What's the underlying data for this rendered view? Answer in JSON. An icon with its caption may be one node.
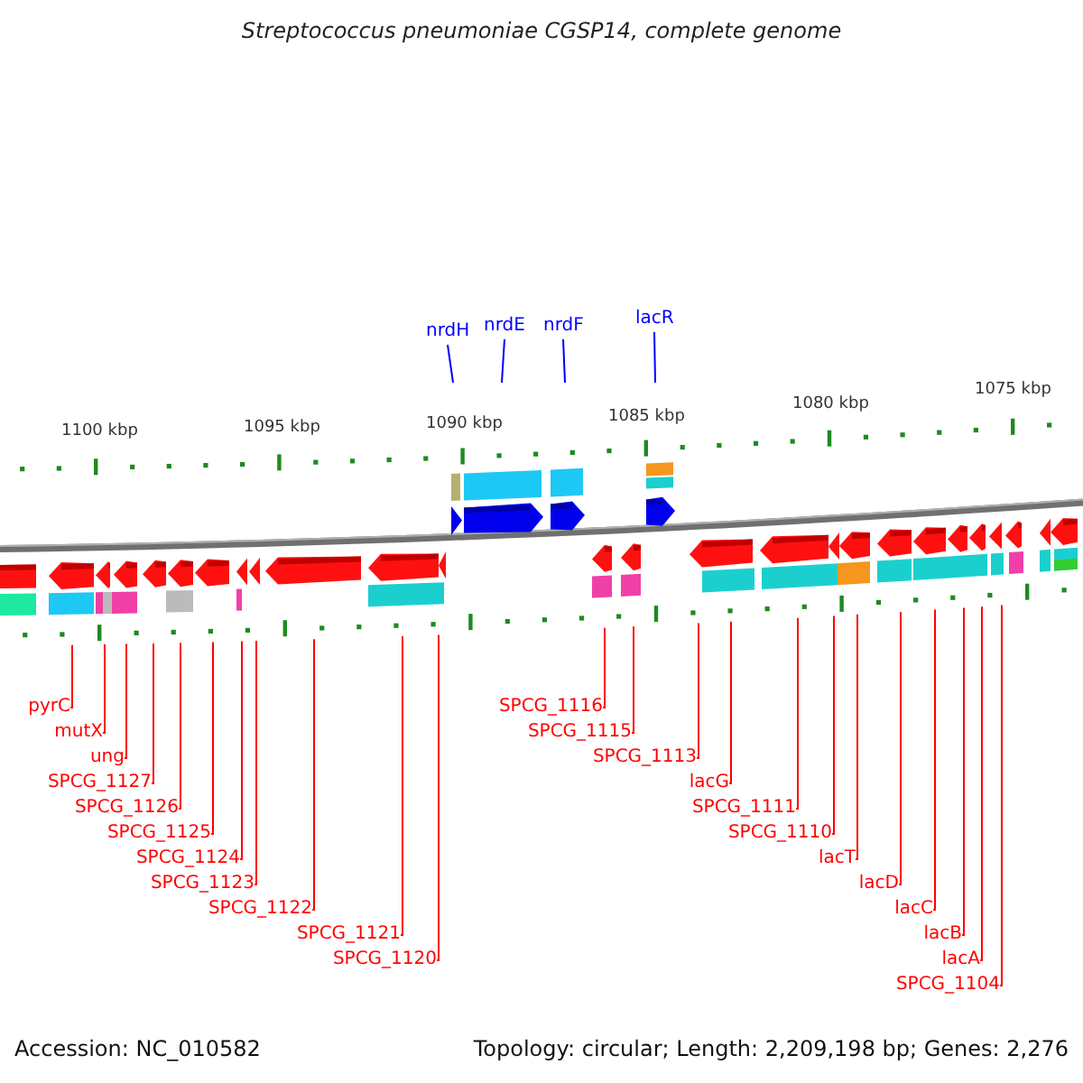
{
  "diagram": {
    "title": "Streptococcus pneumoniae CGSP14, complete genome",
    "nodes": [
      {
        "text": [
          "nrdH"
        ]
      },
      {
        "text": [
          "nrdE"
        ]
      },
      {
        "text": [
          "nrdF"
        ]
      },
      {
        "text": [
          "lacR"
        ]
      },
      {
        "text": [
          "pyrC"
        ]
      },
      {
        "text": [
          "mutX"
        ]
      },
      {
        "text": [
          "ung"
        ]
      },
      {
        "text": [
          "SPCG_1127"
        ]
      },
      {
        "text": [
          "SPCG_1126"
        ]
      },
      {
        "text": [
          "SPCG_1125"
        ]
      },
      {
        "text": [
          "SPCG_1124"
        ]
      },
      {
        "text": [
          "SPCG_1123"
        ]
      },
      {
        "text": [
          "SPCG_1122"
        ]
      },
      {
        "text": [
          "SPCG_1121"
        ]
      },
      {
        "text": [
          "SPCG_1120"
        ]
      },
      {
        "text": [
          "SPCG_1116"
        ]
      },
      {
        "text": [
          "SPCG_1115"
        ]
      },
      {
        "text": [
          "SPCG_1113"
        ]
      },
      {
        "text": [
          "lacG"
        ]
      },
      {
        "text": [
          "SPCG_1111"
        ]
      },
      {
        "text": [
          "SPCG_1110"
        ]
      },
      {
        "text": [
          "lacT"
        ]
      },
      {
        "text": [
          "lacD"
        ]
      },
      {
        "text": [
          "lacC"
        ]
      },
      {
        "text": [
          "lacB"
        ]
      },
      {
        "text": [
          "lacA"
        ]
      },
      {
        "text": [
          "SPCG_1104"
        ]
      }
    ],
    "edges": [
      {
        "from": 0,
        "to": null,
        "arrow": "none",
        "color": "#0000ff"
      },
      {
        "from": 1,
        "to": null,
        "arrow": "none",
        "color": "#0000ff"
      },
      {
        "from": 2,
        "to": null,
        "arrow": "none",
        "color": "#0000ff"
      },
      {
        "from": 3,
        "to": null,
        "arrow": "none",
        "color": "#0000ff"
      },
      {
        "from": 4,
        "to": null,
        "arrow": "none"
      },
      {
        "from": 5,
        "to": null,
        "arrow": "none"
      },
      {
        "from": 6,
        "to": null,
        "arrow": "none"
      },
      {
        "from": 7,
        "to": null,
        "arrow": "none"
      },
      {
        "from": 8,
        "to": null,
        "arrow": "none"
      },
      {
        "from": 9,
        "to": null,
        "arrow": "none"
      },
      {
        "from": 10,
        "to": null,
        "arrow": "none"
      },
      {
        "from": 11,
        "to": null,
        "arrow": "none"
      },
      {
        "from": 12,
        "to": null,
        "arrow": "none"
      },
      {
        "from": 13,
        "to": null,
        "arrow": "none"
      },
      {
        "from": 14,
        "to": null,
        "arrow": "none"
      },
      {
        "from": 15,
        "to": null,
        "arrow": "none"
      },
      {
        "from": 16,
        "to": null,
        "arrow": "none"
      },
      {
        "from": 17,
        "to": null,
        "arrow": "none"
      },
      {
        "from": 18,
        "to": null,
        "arrow": "none"
      },
      {
        "from": 19,
        "to": null,
        "arrow": "none"
      },
      {
        "from": 20,
        "to": null,
        "arrow": "none"
      },
      {
        "from": 21,
        "to": null,
        "arrow": "none"
      },
      {
        "from": 22,
        "to": null,
        "arrow": "none"
      },
      {
        "from": 23,
        "to": null,
        "arrow": "none"
      },
      {
        "from": 24,
        "to": null,
        "arrow": "none"
      },
      {
        "from": 25,
        "to": null,
        "arrow": "none"
      },
      {
        "from": 26,
        "to": null,
        "arrow": "none"
      }
    ],
    "labels": [
      "1100 kbp",
      "1095 kbp",
      "1090 kbp",
      "1085 kbp",
      "1080 kbp",
      "1075 kbp",
      "Accession: NC_010582",
      "Topology: circular; Length: 2,209,198 bp; Genes: 2,276"
    ]
  }
}
